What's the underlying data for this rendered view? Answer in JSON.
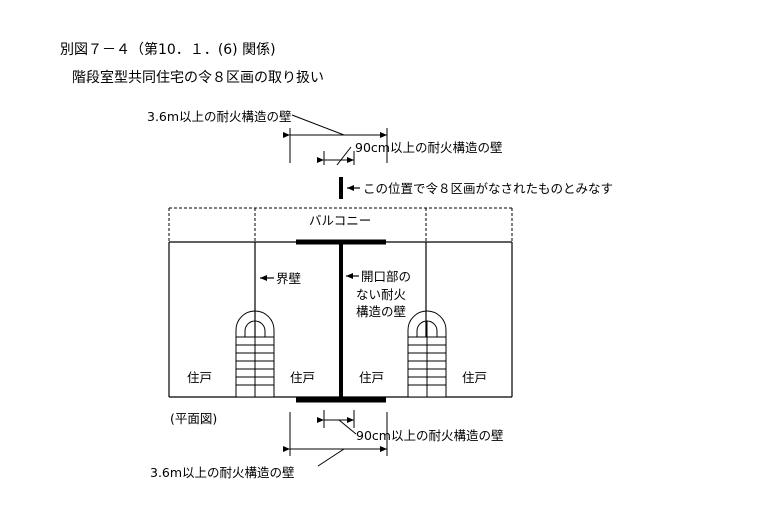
{
  "header": {
    "figure_ref": "別図７－４（第10．１．(6) 関係)",
    "subtitle": "階段室型共同住宅の令８区画の取り扱い"
  },
  "labels": {
    "wall_36_top": "3.6m以上の耐火構造の壁",
    "wall_90_top": "90cm以上の耐火構造の壁",
    "position_note": "この位置で令８区画がなされたものとみなす",
    "balcony": "バルコニー",
    "boundary_wall": "界壁",
    "center_wall_line1": "開口部の",
    "center_wall_line2": "ない耐火",
    "center_wall_line3": "構造の壁",
    "unit1": "住戸",
    "unit2": "住戸",
    "unit3": "住戸",
    "unit4": "住戸",
    "plan_label": "(平面図)",
    "wall_90_bottom": "90cm以上の耐火構造の壁",
    "wall_36_bottom": "3.6m以上の耐火構造の壁"
  }
}
